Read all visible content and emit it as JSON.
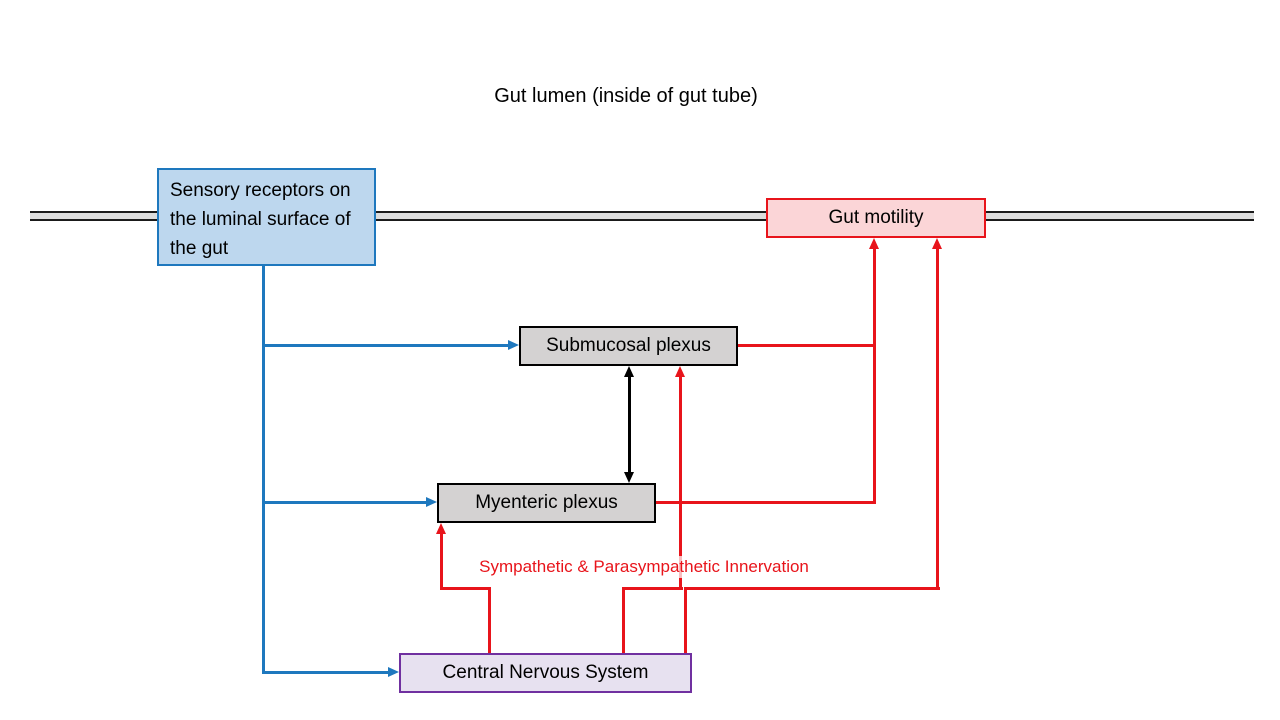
{
  "title": "Gut lumen (inside of gut tube)",
  "annotation": "Sympathetic & Parasympathetic Innervation",
  "boxes": {
    "sensory": {
      "label": "Sensory receptors on the luminal surface of the gut",
      "fill": "#BDD7EE",
      "border": "#1E78BE"
    },
    "gut_motility": {
      "label": "Gut motility",
      "fill": "#FBD5D7",
      "border": "#E8141B"
    },
    "submucosal": {
      "label": "Submucosal plexus",
      "fill": "#D4D2D2",
      "border": "#000000"
    },
    "myenteric": {
      "label": "Myenteric plexus",
      "fill": "#D4D2D2",
      "border": "#000000"
    },
    "cns": {
      "label": "Central Nervous System",
      "fill": "#E7E1F0",
      "border": "#7030A0"
    }
  },
  "colors": {
    "blue": "#1E78BE",
    "red": "#E8141B",
    "black": "#000000",
    "gut_wall": "#1A1A1A"
  }
}
